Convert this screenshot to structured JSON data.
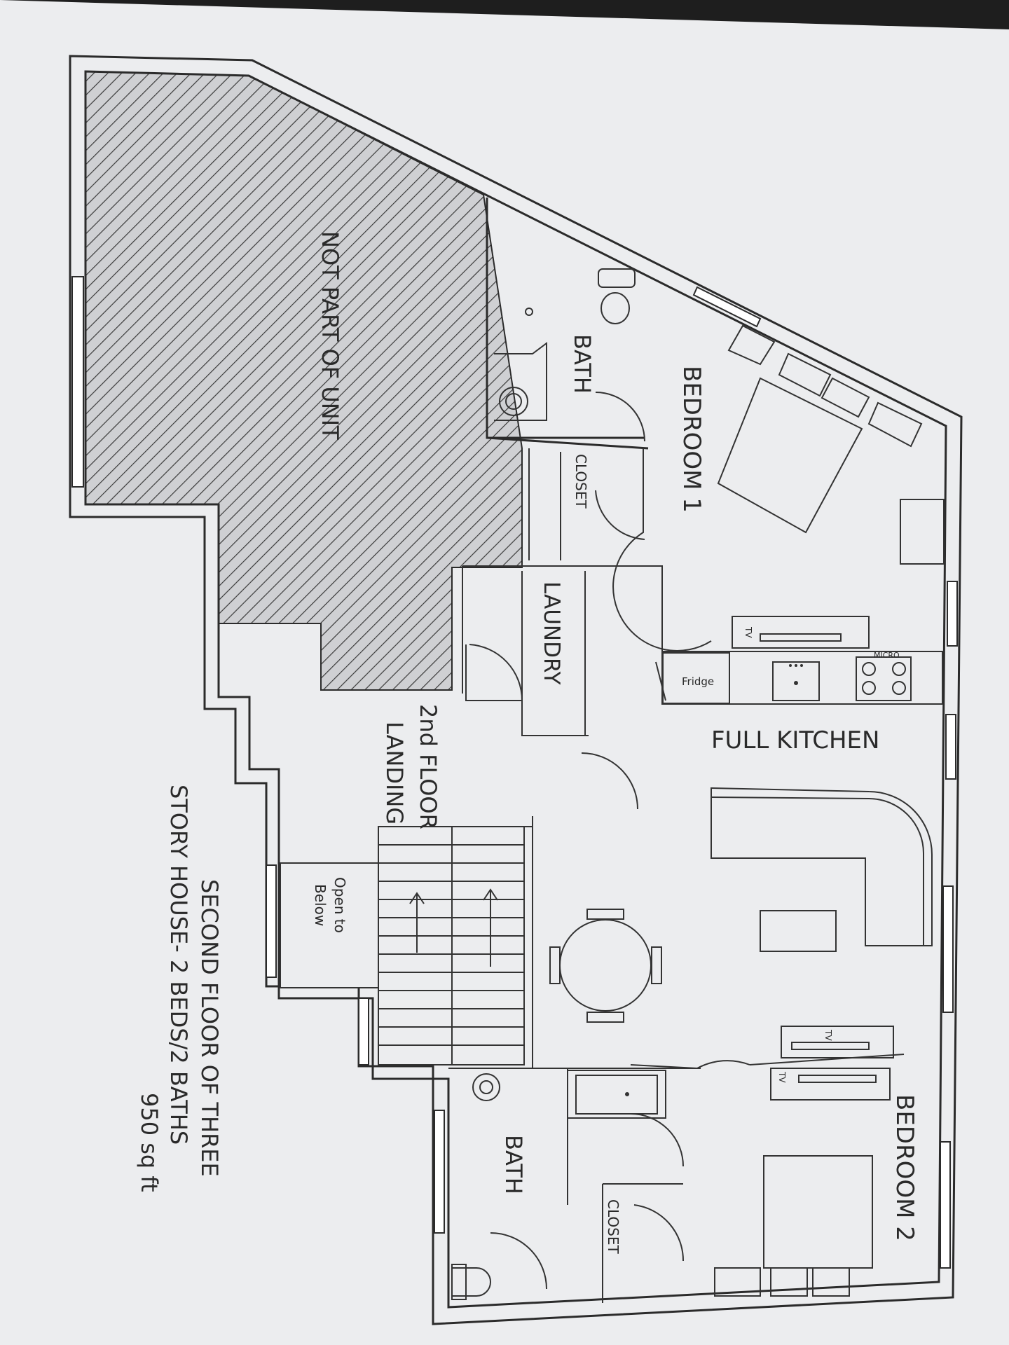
{
  "rooms": {
    "not_part": "NOT PART OF UNIT",
    "bath1": "BATH",
    "bedroom1": "BEDROOM 1",
    "closet1": "CLOSET",
    "laundry": "LAUNDRY",
    "landing_line1": "2nd FLOOR",
    "landing_line2": "LANDING",
    "kitchen": "FULL KITCHEN",
    "fridge": "Fridge",
    "micro": "MICRO",
    "tv1": "TV",
    "tv2": "TV",
    "tv3": "TV",
    "open_line1": "Open to",
    "open_line2": "Below",
    "bath2": "BATH",
    "closet2": "CLOSET",
    "bedroom2": "BEDROOM 2"
  },
  "caption": {
    "line1": "SECOND FLOOR OF THREE",
    "line2": "STORY HOUSE- 2 BEDS/2 BATHS",
    "line3": "950 sq ft"
  },
  "colors": {
    "paper": "#ecedef",
    "ink": "#2b2b2b",
    "hatch": "#3a3a3a"
  }
}
